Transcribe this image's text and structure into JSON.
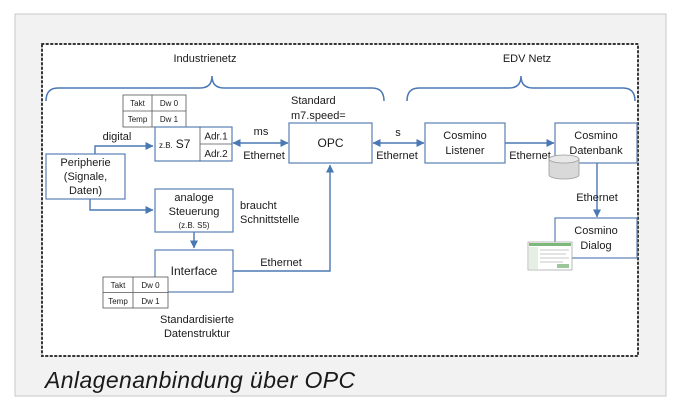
{
  "caption": "Anlagenanbindung über OPC",
  "regions": {
    "industrie": "Industrienetz",
    "edv": "EDV Netz"
  },
  "nodes": {
    "peripherie": {
      "line1": "Peripherie",
      "line2": "(Signale,",
      "line3": "Daten)"
    },
    "s7": {
      "prefix": "z.B.",
      "name": "S7",
      "adr1": "Adr.1",
      "adr2": "Adr.2"
    },
    "analog": {
      "line1": "analoge",
      "line2": "Steuerung",
      "line3": "(z.B. S5)"
    },
    "interface": {
      "label": "Interface"
    },
    "opc": {
      "label": "OPC"
    },
    "listener": {
      "line1": "Cosmino",
      "line2": "Listener"
    },
    "datenbank": {
      "line1": "Cosmino",
      "line2": "Datenbank"
    },
    "dialog": {
      "line1": "Cosmino",
      "line2": "Dialog"
    }
  },
  "tables": {
    "top": [
      [
        "Takt",
        "Dw 0"
      ],
      [
        "Temp",
        "Dw 1"
      ]
    ],
    "bottom": [
      [
        "Takt",
        "Dw 0"
      ],
      [
        "Temp",
        "Dw 1"
      ]
    ]
  },
  "notes": {
    "opc_standard": [
      "Standard",
      "m7.speed="
    ],
    "schnittstelle": [
      "braucht",
      "Schnittstelle"
    ],
    "datenstruktur": [
      "Standardisierte",
      "Datenstruktur"
    ]
  },
  "edges": {
    "peripherie_s7": "digital",
    "s7_opc_rate": "ms",
    "s7_opc_medium": "Ethernet",
    "opc_listener_rate": "s",
    "opc_listener_medium": "Ethernet",
    "listener_db_medium": "Ethernet",
    "db_dialog_medium": "Ethernet",
    "interface_opc_medium": "Ethernet"
  },
  "colors": {
    "connector": "#4a78b4",
    "box_border": "#5b7fb5",
    "panel_background": "#f2f2f2"
  }
}
